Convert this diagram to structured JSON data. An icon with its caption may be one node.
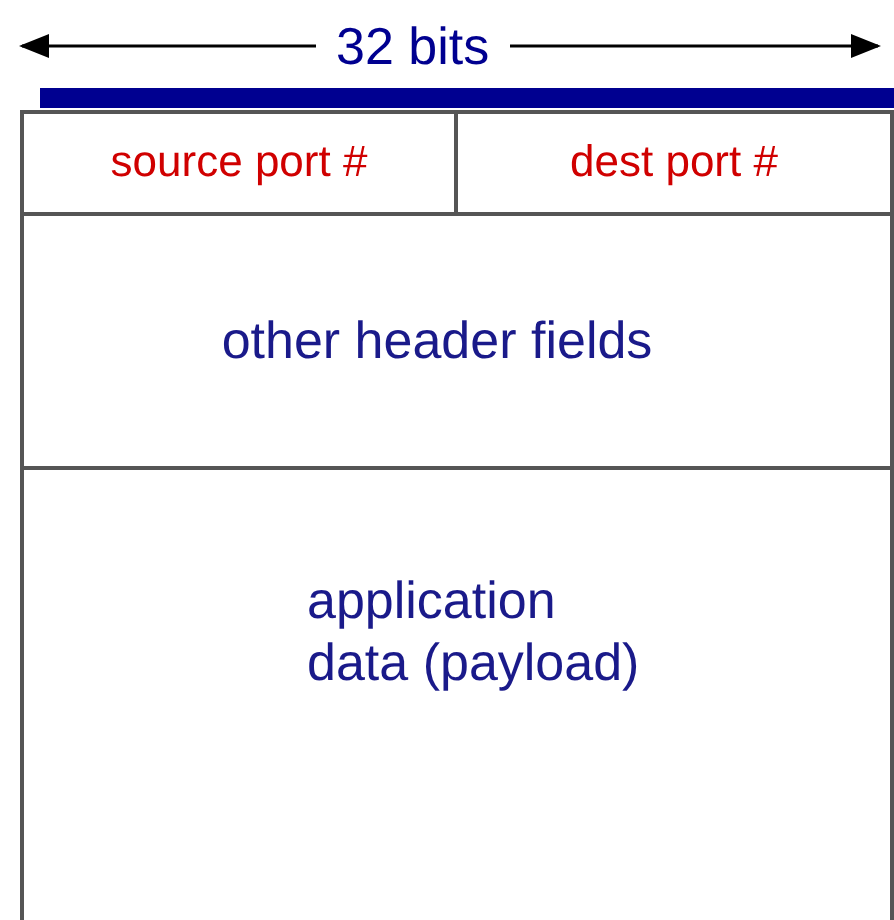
{
  "diagram": {
    "nodes": [
      {
        "text": [
          "source port #"
        ]
      },
      {
        "text": [
          "dest port #"
        ]
      },
      {
        "text": [
          "other header fields"
        ]
      },
      {
        "text": [
          "application data (payload)"
        ]
      }
    ],
    "labels": [
      "32 bits"
    ]
  }
}
